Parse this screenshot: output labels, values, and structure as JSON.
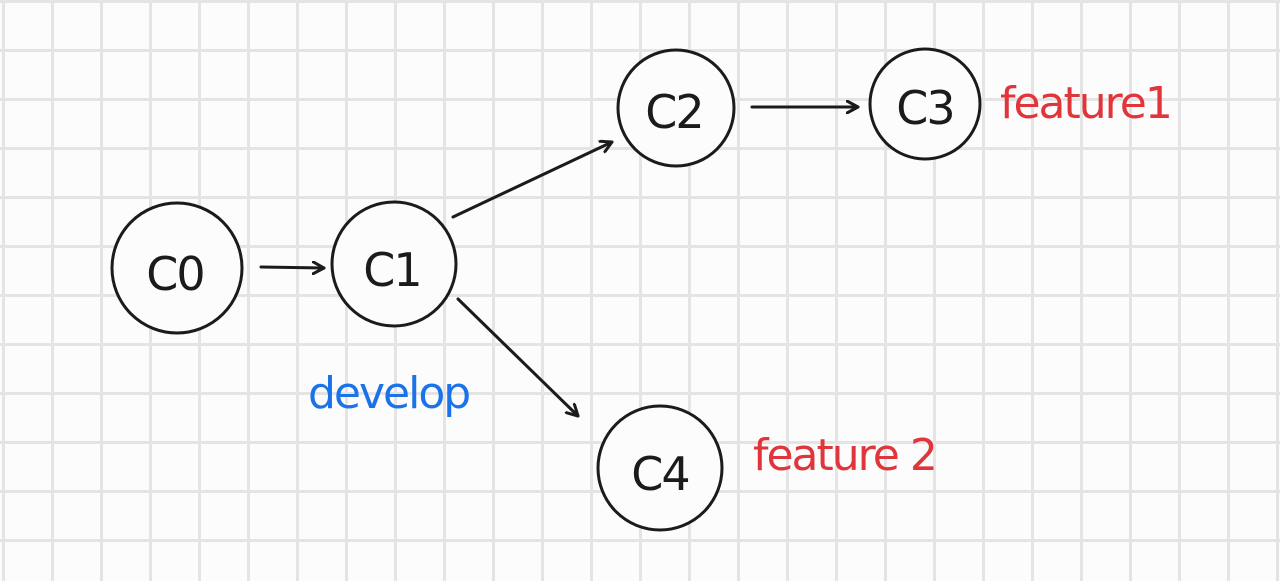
{
  "diagram": {
    "nodes": [
      {
        "id": "c0",
        "label": "C0"
      },
      {
        "id": "c1",
        "label": "C1"
      },
      {
        "id": "c2",
        "label": "C2"
      },
      {
        "id": "c3",
        "label": "C3"
      },
      {
        "id": "c4",
        "label": "C4"
      }
    ],
    "edges": [
      {
        "from": "C0",
        "to": "C1"
      },
      {
        "from": "C1",
        "to": "C2"
      },
      {
        "from": "C2",
        "to": "C3"
      },
      {
        "from": "C1",
        "to": "C4"
      }
    ],
    "branch_labels": {
      "develop": {
        "text": "develop",
        "points_to": "C1",
        "color": "#1a73e8"
      },
      "feature1": {
        "text": "feature1",
        "points_to": "C3",
        "color": "#e0353a"
      },
      "feature2": {
        "text": "feature 2",
        "points_to": "C4",
        "color": "#e0353a"
      }
    },
    "background": "grid-paper"
  }
}
